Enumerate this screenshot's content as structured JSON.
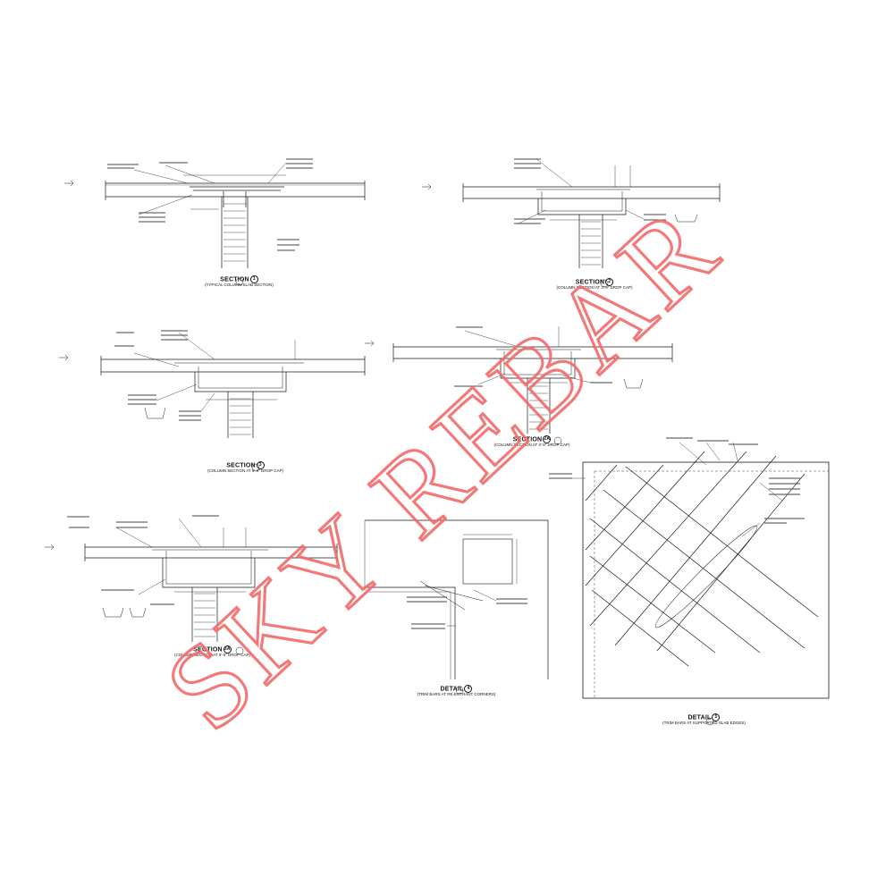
{
  "sections": [
    {
      "id": "s1",
      "heading": "SECTION",
      "number": "1",
      "subtitle": "(TYPICAL COLUMN-SLAB SECTION)"
    },
    {
      "id": "s2",
      "heading": "SECTION",
      "number": "2",
      "subtitle": "(COLUMN SECTION AT 3'-9\" DROP CAP)"
    },
    {
      "id": "s3",
      "heading": "SECTION",
      "number": "3",
      "subtitle": "(COLUMN SECTION AT 5'-0\" DROP CAP)"
    },
    {
      "id": "s2a",
      "heading": "SECTION",
      "number": "2A",
      "subtitle": "(COLUMN SECTION AT 3'-9\" DROP CAP)"
    },
    {
      "id": "s3a",
      "heading": "SECTION",
      "number": "3A",
      "subtitle": "(COLUMN SECTION AT 5'-0\" DROP CAP)"
    },
    {
      "id": "d4",
      "heading": "DETAIL",
      "number": "4",
      "subtitle": "(TRIM BARS AT RE-ENTRANT CORNERS)"
    },
    {
      "id": "d5",
      "heading": "DETAIL",
      "number": "5",
      "subtitle": "(TRIM BARS AT SUPPORTED SLAB EDGES)"
    }
  ],
  "watermark": {
    "text": "SKY REBAR",
    "color": "#f26b6b"
  },
  "colors": {
    "ink": "#1a1a1a",
    "watermark": "#f26b6b"
  }
}
